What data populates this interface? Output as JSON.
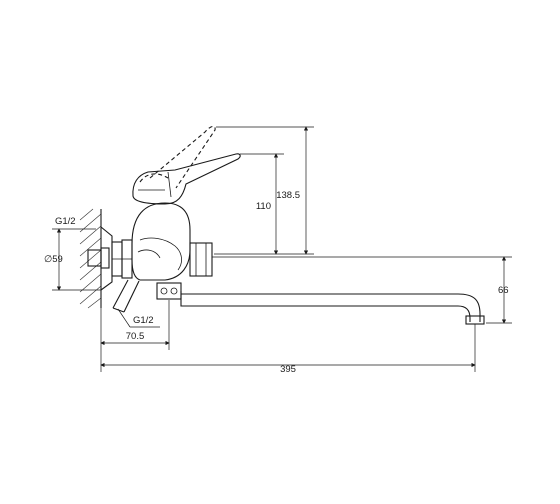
{
  "drawing": {
    "dimensions": {
      "handle_height": "138.5",
      "body_height": "110",
      "spout_drop": "66",
      "inlet_thread_top": "G1/2",
      "flange_diameter": "∅59",
      "inlet_thread_bottom": "G1/2",
      "eccentric_offset": "70.5",
      "spout_reach": "395"
    }
  }
}
